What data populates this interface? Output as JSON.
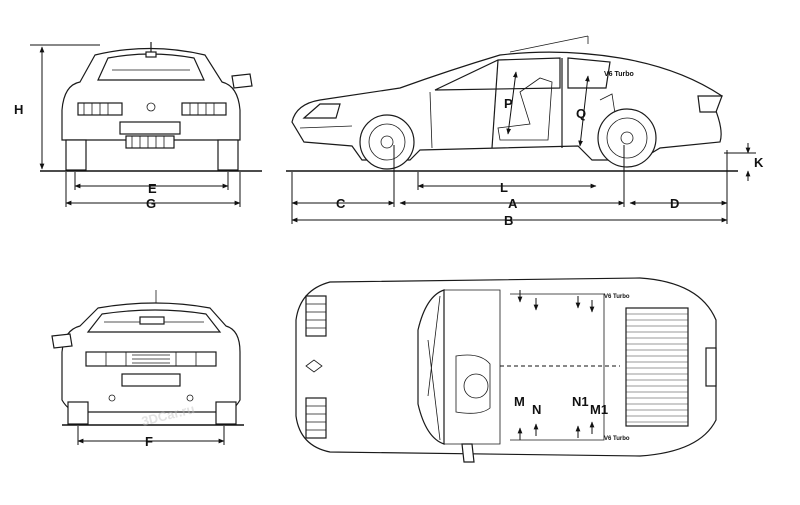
{
  "dimensions": {
    "H": "H",
    "E": "E",
    "G": "G",
    "C": "C",
    "A": "A",
    "B": "B",
    "D": "D",
    "L": "L",
    "K": "K",
    "P": "P",
    "Q": "Q",
    "F": "F",
    "M": "M",
    "N": "N",
    "N1": "N1",
    "M1": "M1"
  },
  "badge": "V6 Turbo",
  "watermark": "3DCar.ru",
  "colors": {
    "line": "#1a1a1a",
    "background": "#ffffff",
    "watermark": "#bfbfbf"
  }
}
